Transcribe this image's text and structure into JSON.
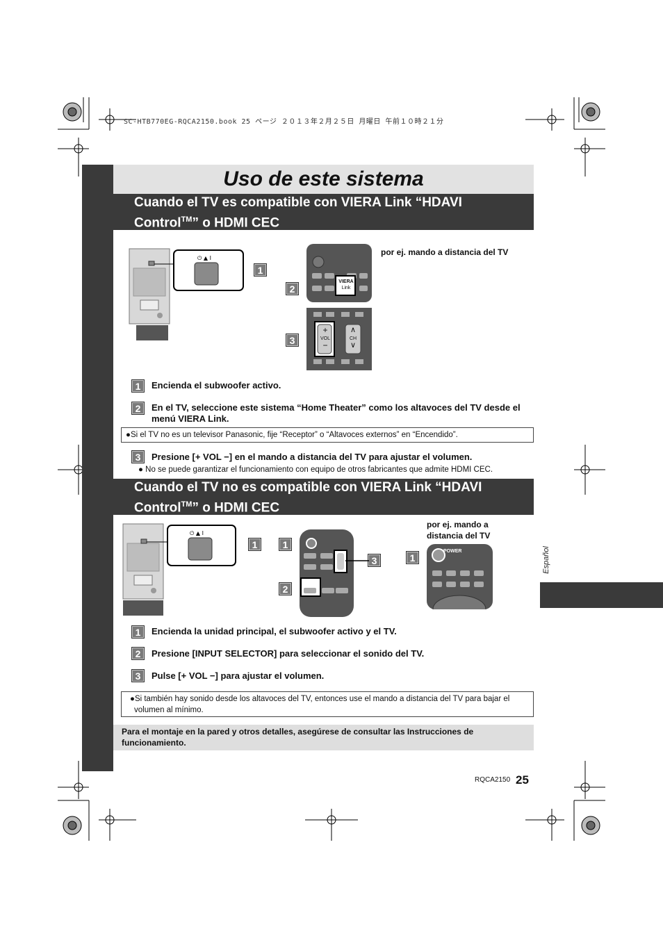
{
  "header": {
    "print_line": "SC-HTB770EG-RQCA2150.book  25 ページ  ２０１３年２月２５日  月曜日  午前１０時２１分"
  },
  "page": {
    "title": "Uso de este sistema",
    "language_tab": "Español",
    "code": "RQCA2150",
    "number": "25"
  },
  "section1": {
    "heading_line1": "Cuando el TV es compatible con VIERA Link “HDAVI",
    "heading_line2_pre": "Control",
    "heading_tm": "TM",
    "heading_line2_post": "” o HDMI CEC",
    "caption": "por ej. mando a distancia del TV",
    "steps": [
      {
        "num": "1",
        "text": "Encienda el subwoofer activo."
      },
      {
        "num": "2",
        "text": "En el TV, seleccione este sistema “Home Theater” como los altavoces del TV desde el menú VIERA Link."
      },
      {
        "num": "3",
        "text": "Presione [+ VOL −] en el mando a distancia del TV para ajustar el volumen."
      }
    ],
    "box_note": "●Si el TV no es un televisor Panasonic, fije “Receptor” o “Altavoces externos” en “Encendido”.",
    "step3_note": "● No se puede garantizar el funcionamiento con equipo de otros fabricantes que admite HDMI CEC.",
    "tv_labels": {
      "viera": "VIERA",
      "link": "Link",
      "vol": "VOL",
      "ch": "CH"
    }
  },
  "section2": {
    "heading_line1": "Cuando el TV no es compatible con VIERA Link “HDAVI",
    "heading_line2_pre": "Control",
    "heading_tm": "TM",
    "heading_line2_post": "” o HDMI CEC",
    "caption_line1": "por ej. mando a",
    "caption_line2": "distancia del TV",
    "power_label": "POWER",
    "steps": [
      {
        "num": "1",
        "text": "Encienda la unidad principal, el subwoofer activo y el TV."
      },
      {
        "num": "2",
        "text": "Presione [INPUT SELECTOR] para seleccionar el sonido del TV."
      },
      {
        "num": "3",
        "text": "Pulse [+ VOL −] para ajustar el volumen."
      }
    ],
    "box_note": "●Si también hay sonido desde los altavoces del TV, entonces use el mando a distancia del TV para bajar el volumen al mínimo."
  },
  "footer_note": "Para el montaje en la pared y otros detalles, asegúrese de consultar las Instrucciones de funcionamiento."
}
